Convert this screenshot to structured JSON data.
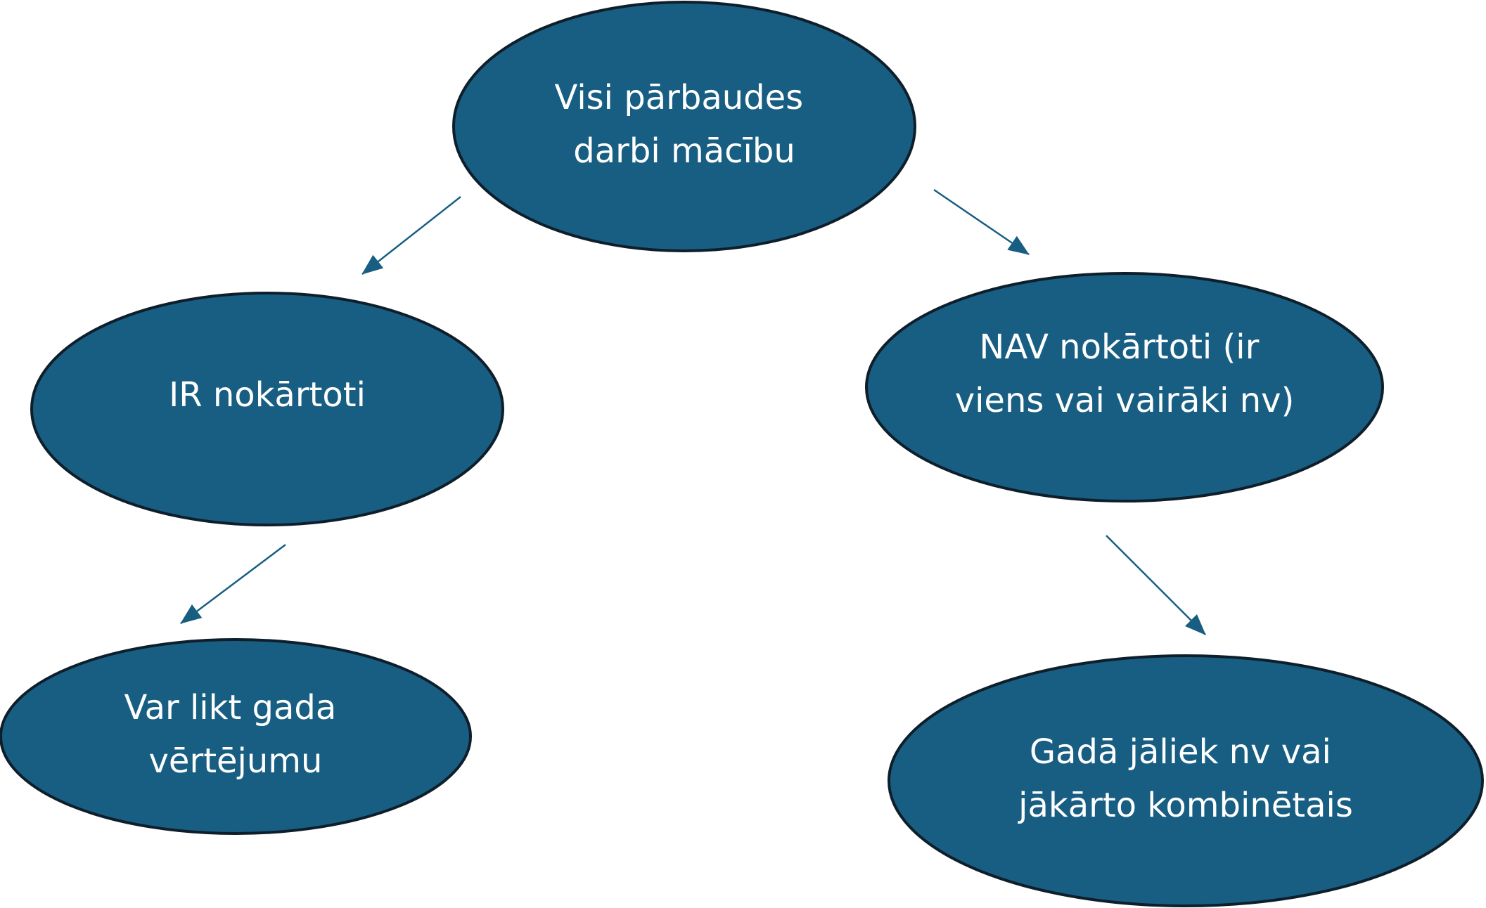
{
  "colors": {
    "node_fill": "#175e82",
    "node_border": "#0e1e2a",
    "arrow": "#175e82"
  },
  "nodes": {
    "root": {
      "lines": [
        "Visi pārbaudes",
        "darbi mācību"
      ]
    },
    "passed": {
      "lines": [
        "IR nokārtoti"
      ]
    },
    "not_passed": {
      "lines": [
        "NAV nokārtoti (ir",
        "viens vai vairāki nv)"
      ]
    },
    "annual_grade": {
      "lines": [
        "Var likt gada",
        "vērtējumu"
      ]
    },
    "retake": {
      "lines": [
        "Gadā jāliek nv vai",
        "jākārto kombinētais"
      ]
    }
  },
  "edges": [
    {
      "from": "root",
      "to": "passed"
    },
    {
      "from": "root",
      "to": "not_passed"
    },
    {
      "from": "passed",
      "to": "annual_grade"
    },
    {
      "from": "not_passed",
      "to": "retake"
    }
  ]
}
